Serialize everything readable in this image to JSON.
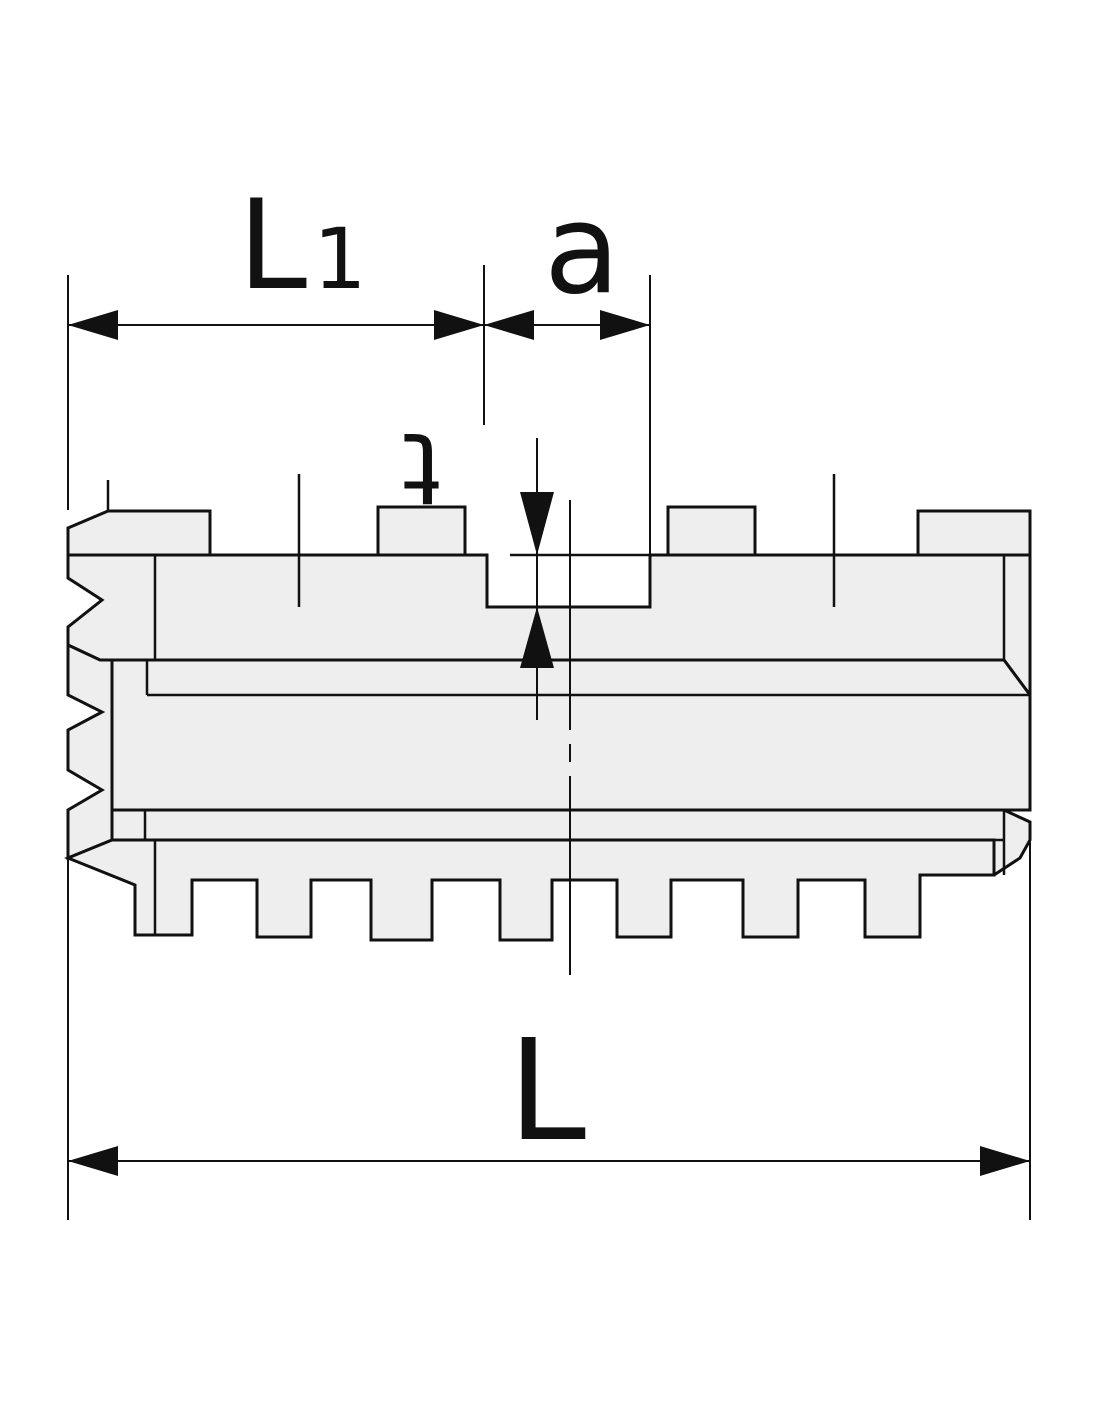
{
  "labels": {
    "L1_main": "L",
    "L1_sub": "1",
    "a": "a",
    "t": "t",
    "L": "L"
  },
  "colors": {
    "line": "#111111",
    "fill": "#eeeeee",
    "background": "#ffffff"
  }
}
